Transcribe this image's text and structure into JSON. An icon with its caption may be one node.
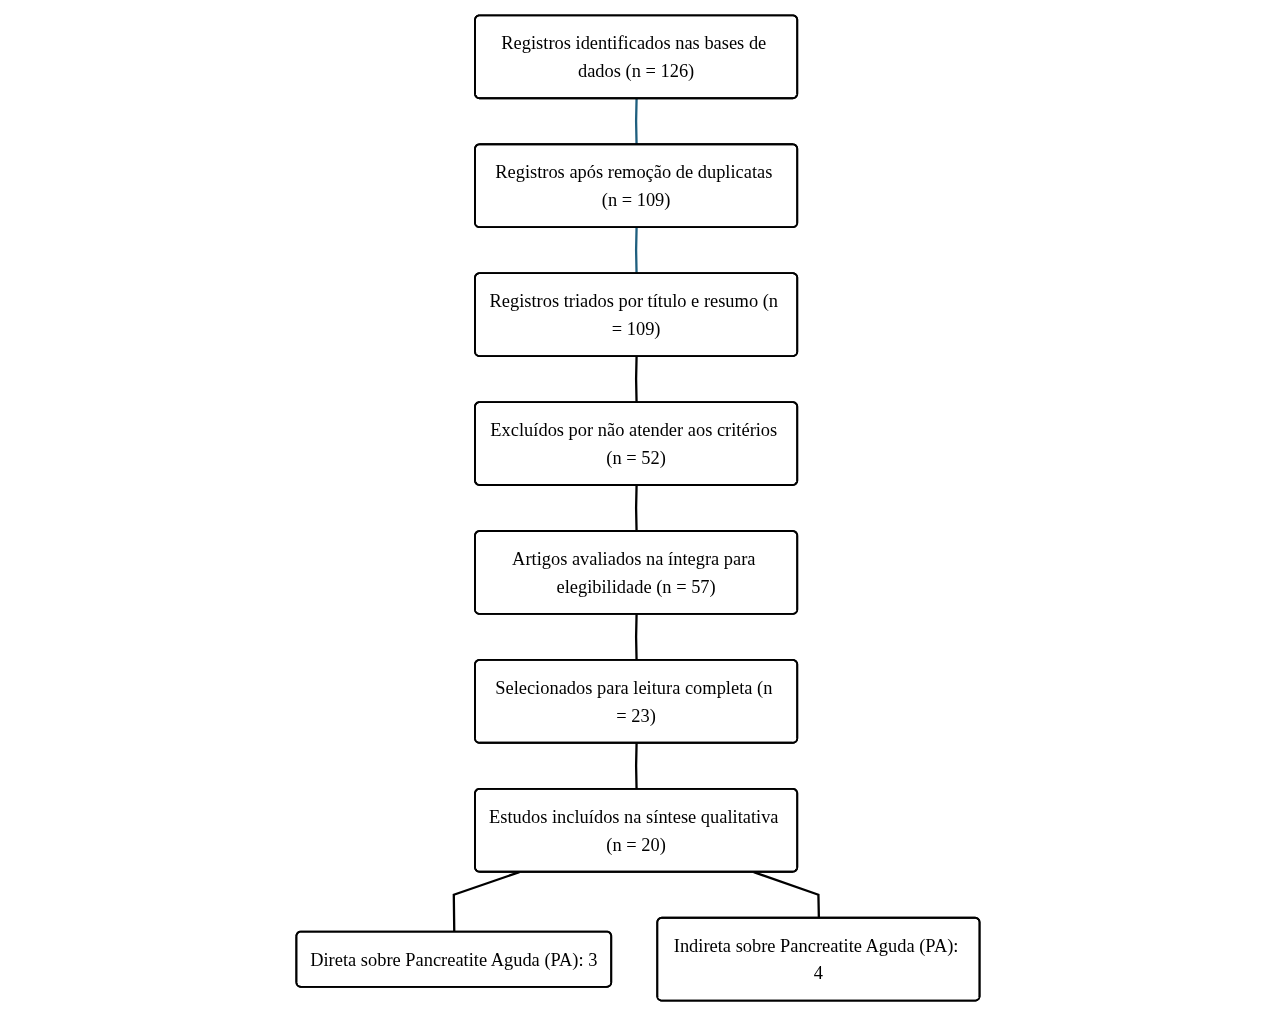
{
  "diagram": {
    "nodes": [
      {
        "text": [
          "Registros identificados nas bases de dados (n = 126)"
        ]
      },
      {
        "text": [
          "Registros após remoção de duplicatas (n = 109)"
        ]
      },
      {
        "text": [
          "Registros triados por título e resumo (n = 109)"
        ]
      },
      {
        "text": [
          "Artigos avaliados na íntegra para elegibilidade (n = 57)"
        ]
      },
      {
        "text": [
          "Excluídos por não atender aos critérios (n = 52)"
        ]
      },
      {
        "text": [
          "Selecionados para leitura completa (n = 23)"
        ]
      },
      {
        "text": [
          "Estudos incluídos na síntese qualitativa (n = 20)"
        ]
      },
      {
        "text": [
          "Direta sobre Pancreatite Aguda (PA): 3"
        ]
      },
      {
        "text": [
          "Indireta sobre Pancreatite Aguda (PA): 4"
        ]
      }
    ],
    "edges": [
      {
        "from": 0,
        "to": 1,
        "arrow": "none",
        "color": "#1f5f7f"
      },
      {
        "from": 1,
        "to": 2,
        "arrow": "none",
        "color": "#1f5f7f"
      },
      {
        "from": 2,
        "to": 4,
        "arrow": "none"
      },
      {
        "from": 4,
        "to": 3,
        "arrow": "none"
      },
      {
        "from": 3,
        "to": 5,
        "arrow": "none"
      },
      {
        "from": 5,
        "to": 6,
        "arrow": "none"
      },
      {
        "from": 6,
        "to": 7,
        "arrow": "none"
      },
      {
        "from": 6,
        "to": 8,
        "arrow": "none"
      }
    ]
  }
}
